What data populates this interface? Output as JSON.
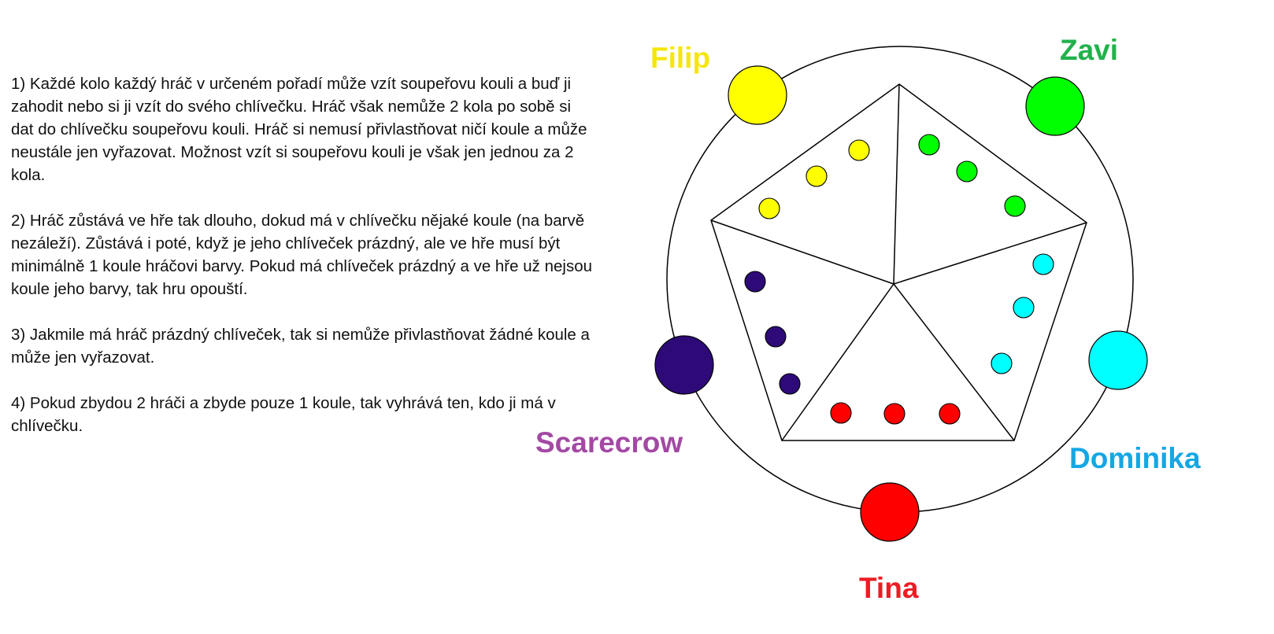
{
  "rules": [
    "1) Každé kolo každý hráč v určeném pořadí může vzít soupeřovu kouli a buď ji zahodit nebo si ji vzít do svého chlívečku. Hráč však nemůže 2 kola po sobě si dat do chlívečku soupeřovu kouli. Hráč si nemusí přivlastňovat ničí koule a může neustále jen vyřazovat. Možnost vzít si soupeřovu kouli je však jen jednou za 2 kola.",
    "2) Hráč zůstává ve hře tak dlouho, dokud má v chlívečku nějaké koule (na barvě nezáleží). Zůstává i poté, když je jeho chlíveček prázdný, ale ve hře musí být minimálně 1 koule hráčovi barvy. Pokud má chlíveček prázdný a ve hře už nejsou koule jeho barvy, tak hru opouští.",
    "3) Jakmile má hráč prázdný chlíveček, tak si nemůže přivlastňovat žádné koule a může jen vyřazovat.",
    "4) Pokud zbydou 2 hráči a zbyde pouze 1 koule, tak vyhrává ten, kdo ji má v chlívečku."
  ],
  "players": [
    {
      "name": "Filip",
      "label_color": "#f5e60c",
      "ball_color": "#ffff00",
      "balls_in_pen": 3
    },
    {
      "name": "Zavi",
      "label_color": "#22b14c",
      "ball_color": "#00ff00",
      "balls_in_pen": 3
    },
    {
      "name": "Dominika",
      "label_color": "#14a7e4",
      "ball_color": "#00ffff",
      "balls_in_pen": 3
    },
    {
      "name": "Tina",
      "label_color": "#ed1c24",
      "ball_color": "#ff0000",
      "balls_in_pen": 3
    },
    {
      "name": "Scarecrow",
      "label_color": "#a349a4",
      "ball_color": "#2e0a78",
      "balls_in_pen": 3
    }
  ]
}
